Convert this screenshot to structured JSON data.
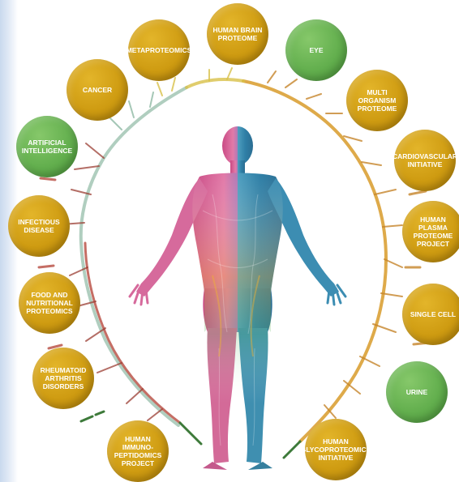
{
  "nodes": [
    {
      "id": "human-brain-proteome",
      "label": "HUMAN BRAIN\nPROTEOME",
      "color": "gold"
    },
    {
      "id": "eye",
      "label": "EYE",
      "color": "green"
    },
    {
      "id": "metaproteomics",
      "label": "METAPROTEOMICS",
      "color": "gold"
    },
    {
      "id": "cancer",
      "label": "CANCER",
      "color": "gold"
    },
    {
      "id": "multi-organism-proteome",
      "label": "MULTI ORGANISM\nPROTEOME",
      "color": "gold"
    },
    {
      "id": "artificial-intelligence",
      "label": "ARTIFICIAL\nINTELLIGENCE",
      "color": "green"
    },
    {
      "id": "cardiovascular-initiative",
      "label": "CARDIOVASCULAR\nINITIATIVE",
      "color": "gold"
    },
    {
      "id": "infectious-disease",
      "label": "INFECTIOUS\nDISEASE",
      "color": "gold"
    },
    {
      "id": "human-plasma-proteome-project",
      "label": "HUMAN\nPLASMA\nPROTEOME\nPROJECT",
      "color": "gold"
    },
    {
      "id": "food-and-nutritional-proteomics",
      "label": "FOOD AND\nNUTRITIONAL\nPROTEOMICS",
      "color": "gold"
    },
    {
      "id": "single-cell",
      "label": "SINGLE CELL",
      "color": "gold"
    },
    {
      "id": "rheumatoid-arthritis-disorders",
      "label": "RHEUMATOID\nARTHRITIS\nDISORDERS",
      "color": "gold"
    },
    {
      "id": "urine",
      "label": "URINE",
      "color": "green"
    },
    {
      "id": "human-immuno-peptidomics-project",
      "label": "HUMAN\nIMMUNO-\nPEPTIDOMICS\nPROJECT",
      "color": "gold"
    },
    {
      "id": "human-glycoproteomics-initiative",
      "label": "HUMAN\nGLYCOPROTEOMICS\nINITIATIVE",
      "color": "gold"
    }
  ],
  "colors": {
    "gold": "#cf9c12",
    "green": "#63af4e",
    "body_left": "#d9609a",
    "body_right": "#3f8fb0"
  }
}
